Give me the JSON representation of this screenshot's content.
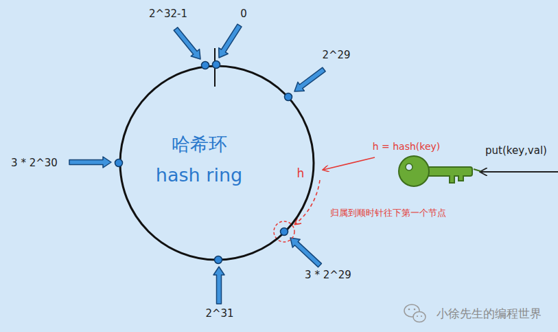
{
  "diagram": {
    "nodes": [
      {
        "text": [
          "哈希环",
          "hash ring"
        ]
      }
    ],
    "labels": [
      "2^32-1",
      "0",
      "2^29",
      "3 * 2^30",
      "h",
      "h = hash(key)",
      "put(key,val)",
      "归属到顺时针往下第一个节点",
      "3 * 2^29",
      "2^31",
      "小徐先生的编程世界"
    ]
  }
}
